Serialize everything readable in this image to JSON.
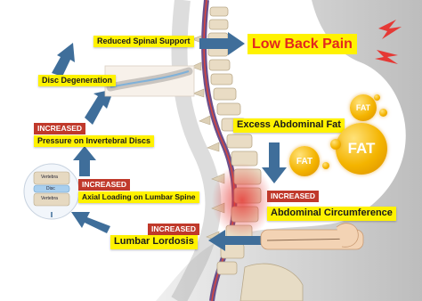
{
  "title": "Low Back Pain",
  "labels": {
    "reduced_support": "Reduced Spinal Support",
    "disc_degeneration": "Disc Degeneration",
    "pressure": "Pressure on Invertebral Discs",
    "axial": "Axial Loading on Lumbar Spine",
    "lordosis": "Lumbar Lordosis",
    "abdominal_fat": "Excess Abdominal Fat",
    "circumference": "Abdominal Circumference"
  },
  "tags": {
    "pressure": "INCREASED",
    "axial": "INCREASED",
    "lordosis": "INCREASED",
    "circumference": "INCREASED"
  },
  "fat_bubbles": [
    "FAT",
    "FAT",
    "FAT"
  ],
  "inset": {
    "top": "Vertebra",
    "middle": "Disc",
    "bottom": "Vertebra"
  },
  "colors": {
    "highlight": "#fff200",
    "title_text": "#e3261f",
    "tag_red": "#c0392b",
    "arrow_blue": "#3f6e9a",
    "fat_gold": "#f4b400",
    "spine_bone": "#e9dcc4"
  }
}
